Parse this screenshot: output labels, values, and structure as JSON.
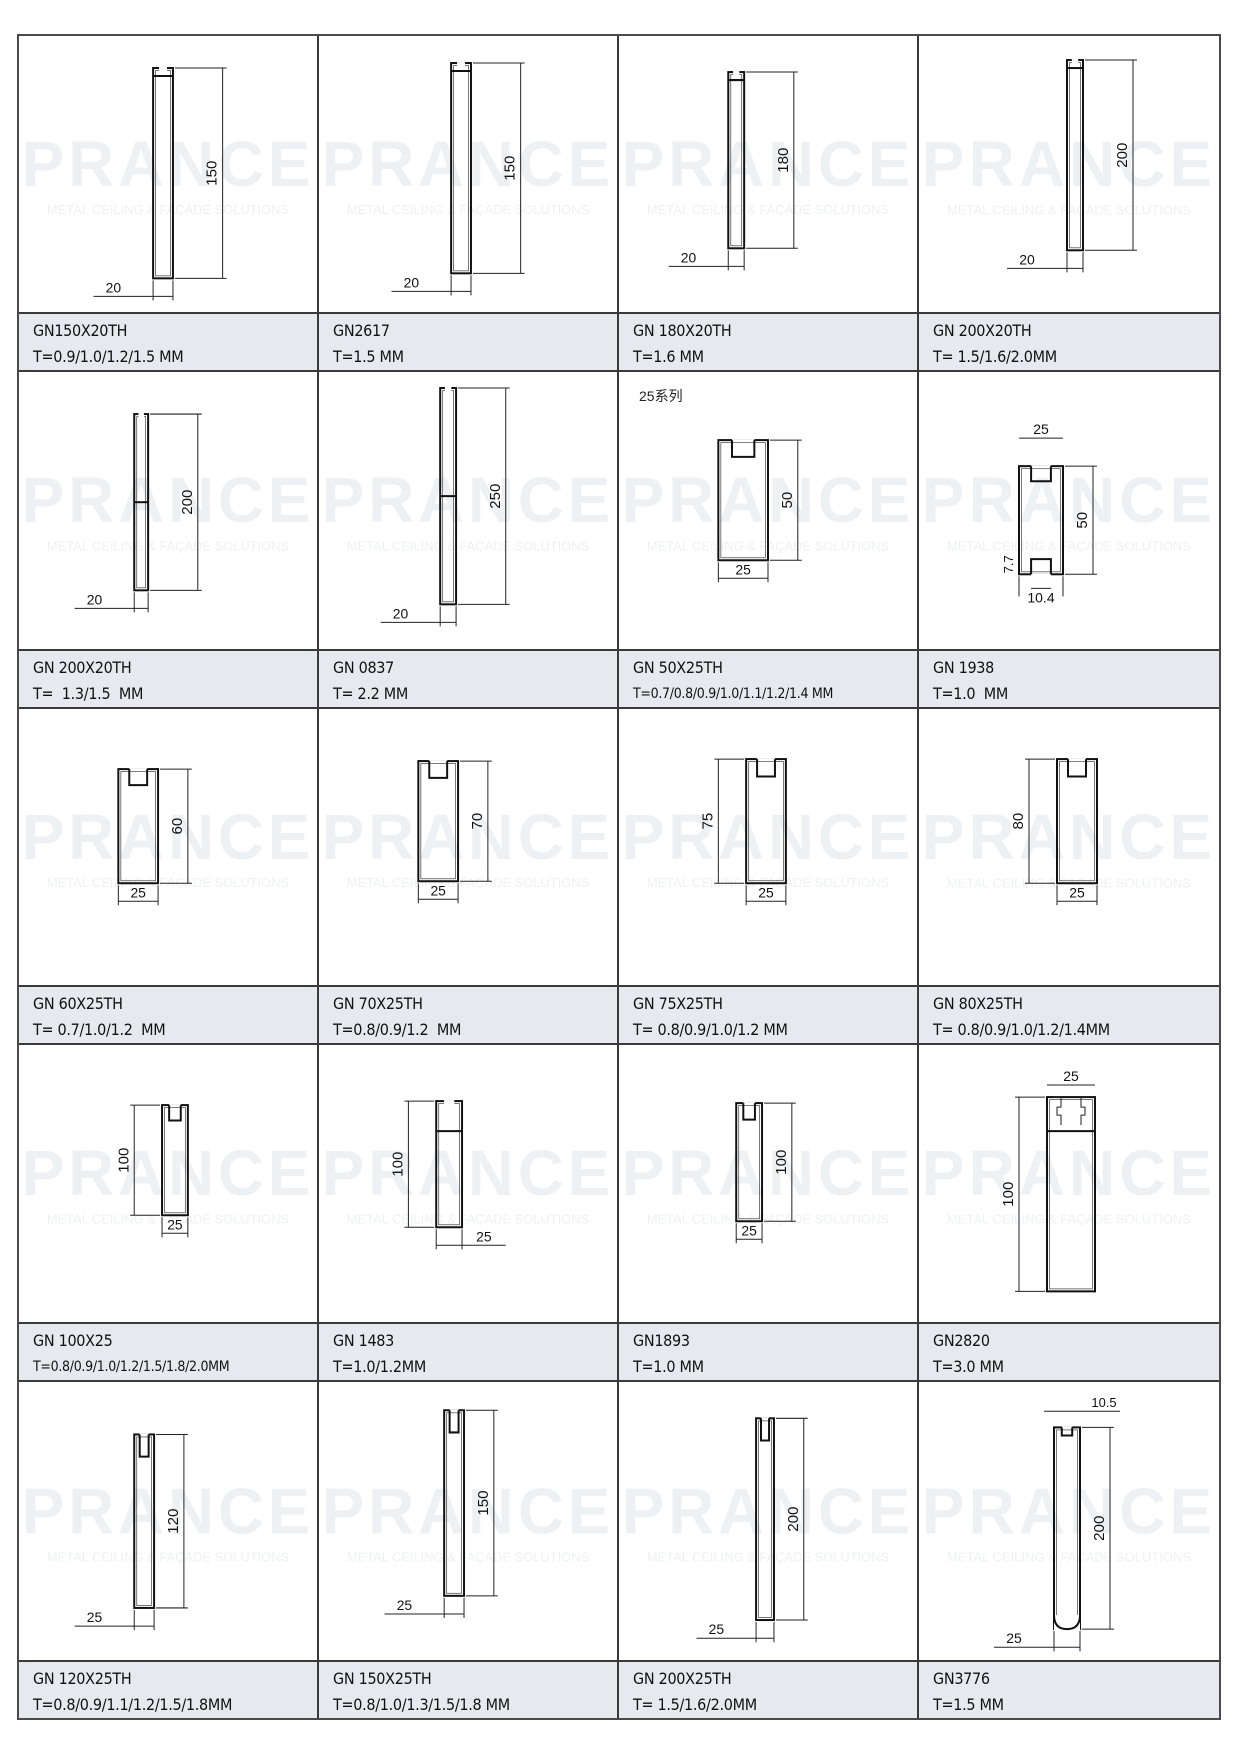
{
  "watermark": {
    "brand": "PRANCE",
    "tagline": "METAL CEILING & FAÇADE SOLUTIONS",
    "registered": "®"
  },
  "colors": {
    "label_band": "#e6eaee",
    "grid_line": "#3a3a3a",
    "drawing": "#111111",
    "watermark": "#eef1f4"
  },
  "profiles": [
    {
      "name": "GN150X20TH",
      "thickness": "T=0.9/1.0/1.2/1.5 MM",
      "dims": {
        "height": "150",
        "width": "20"
      }
    },
    {
      "name": "GN2617",
      "thickness": "T=1.5 MM",
      "dims": {
        "height": "150",
        "width": "20"
      }
    },
    {
      "name": "GN 180X20TH",
      "thickness": "T=1.6 MM",
      "dims": {
        "height": "180",
        "width": "20"
      }
    },
    {
      "name": "GN 200X20TH",
      "thickness": "T= 1.5/1.6/2.0MM",
      "dims": {
        "height": "200",
        "width": "20"
      }
    },
    {
      "name": "GN 200X20TH",
      "thickness": "T=  1.3/1.5  MM",
      "dims": {
        "height": "200",
        "width": "20"
      }
    },
    {
      "name": "GN 0837",
      "thickness": "T= 2.2 MM",
      "dims": {
        "height": "250",
        "width": "20"
      }
    },
    {
      "name": "GN 50X25TH",
      "thickness": "T=0.7/0.8/0.9/1.0/1.1/1.2/1.4 MM",
      "dims": {
        "height": "50",
        "width": "25"
      },
      "series_note": "25系列"
    },
    {
      "name": "GN 1938",
      "thickness": "T=1.0  MM",
      "dims": {
        "height": "50",
        "width": "25",
        "slot_height": "7.7",
        "slot_width": "10.4"
      }
    },
    {
      "name": "GN 60X25TH",
      "thickness": "T= 0.7/1.0/1.2  MM",
      "dims": {
        "height": "60",
        "width": "25"
      }
    },
    {
      "name": "GN 70X25TH",
      "thickness": "T=0.8/0.9/1.2  MM",
      "dims": {
        "height": "70",
        "width": "25"
      }
    },
    {
      "name": "GN 75X25TH",
      "thickness": "T= 0.8/0.9/1.0/1.2 MM",
      "dims": {
        "height": "75",
        "width": "25"
      }
    },
    {
      "name": "GN 80X25TH",
      "thickness": "T= 0.8/0.9/1.0/1.2/1.4MM",
      "dims": {
        "height": "80",
        "width": "25"
      }
    },
    {
      "name": "GN 100X25",
      "thickness": "T=0.8/0.9/1.0/1.2/1.5/1.8/2.0MM",
      "dims": {
        "height": "100",
        "width": "25"
      }
    },
    {
      "name": "GN 1483",
      "thickness": "T=1.0/1.2MM",
      "dims": {
        "height": "100",
        "width": "25"
      }
    },
    {
      "name": "GN1893",
      "thickness": "T=1.0 MM",
      "dims": {
        "height": "100",
        "width": "25"
      }
    },
    {
      "name": "GN2820",
      "thickness": "T=3.0 MM",
      "dims": {
        "height": "100",
        "width": "25"
      }
    },
    {
      "name": "GN 120X25TH",
      "thickness": "T=0.8/0.9/1.1/1.2/1.5/1.8MM",
      "dims": {
        "height": "120",
        "width": "25"
      }
    },
    {
      "name": "GN 150X25TH",
      "thickness": "T=0.8/1.0/1.3/1.5/1.8 MM",
      "dims": {
        "height": "150",
        "width": "25"
      }
    },
    {
      "name": "GN 200X25TH",
      "thickness": "T= 1.5/1.6/2.0MM",
      "dims": {
        "height": "200",
        "width": "25"
      }
    },
    {
      "name": "GN3776",
      "thickness": "T=1.5 MM",
      "dims": {
        "height": "200",
        "width": "25",
        "slot_width": "10.5"
      }
    }
  ]
}
